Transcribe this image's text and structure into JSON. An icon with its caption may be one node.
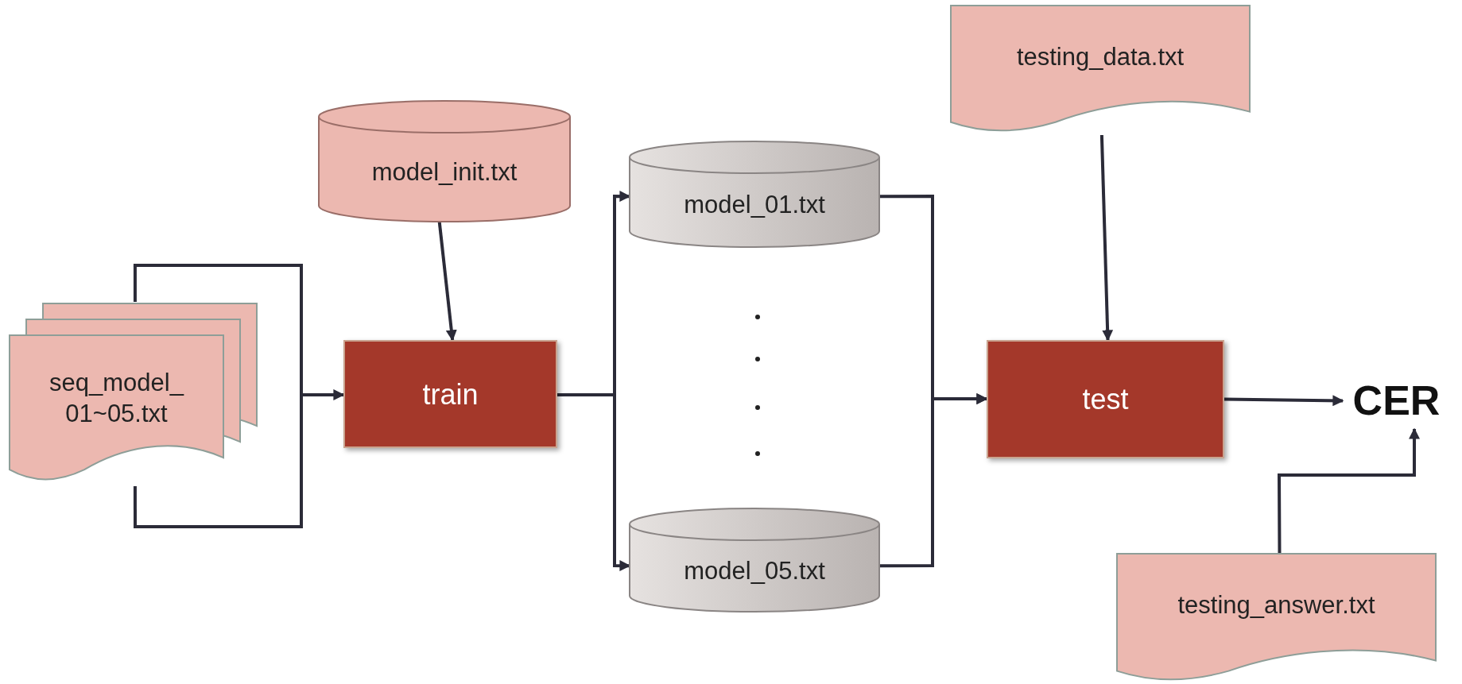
{
  "diagram": {
    "nodes": [
      {
        "text": [
          "seq_model_ 01~05.txt"
        ]
      },
      {
        "text": [
          "model_init.txt"
        ]
      },
      {
        "text": [
          "train"
        ]
      },
      {
        "text": [
          "model_01.txt"
        ]
      },
      {
        "text": [
          "model_05.txt"
        ]
      },
      {
        "text": [
          "testing_data.txt"
        ]
      },
      {
        "text": [
          "test"
        ]
      },
      {
        "text": [
          "CER"
        ]
      },
      {
        "text": [
          "testing_answer.txt"
        ]
      }
    ],
    "edges": [
      {
        "from": 0,
        "to": 2,
        "arrow": "to"
      },
      {
        "from": 1,
        "to": 2,
        "arrow": "to"
      },
      {
        "from": 2,
        "to": 3,
        "arrow": "to"
      },
      {
        "from": 2,
        "to": 4,
        "arrow": "to"
      },
      {
        "from": 3,
        "to": 6,
        "arrow": "to"
      },
      {
        "from": 4,
        "to": 6,
        "arrow": "to"
      },
      {
        "from": 5,
        "to": 6,
        "arrow": "to"
      },
      {
        "from": 6,
        "to": 7,
        "arrow": "to"
      },
      {
        "from": 8,
        "to": 7,
        "arrow": "to"
      }
    ]
  }
}
